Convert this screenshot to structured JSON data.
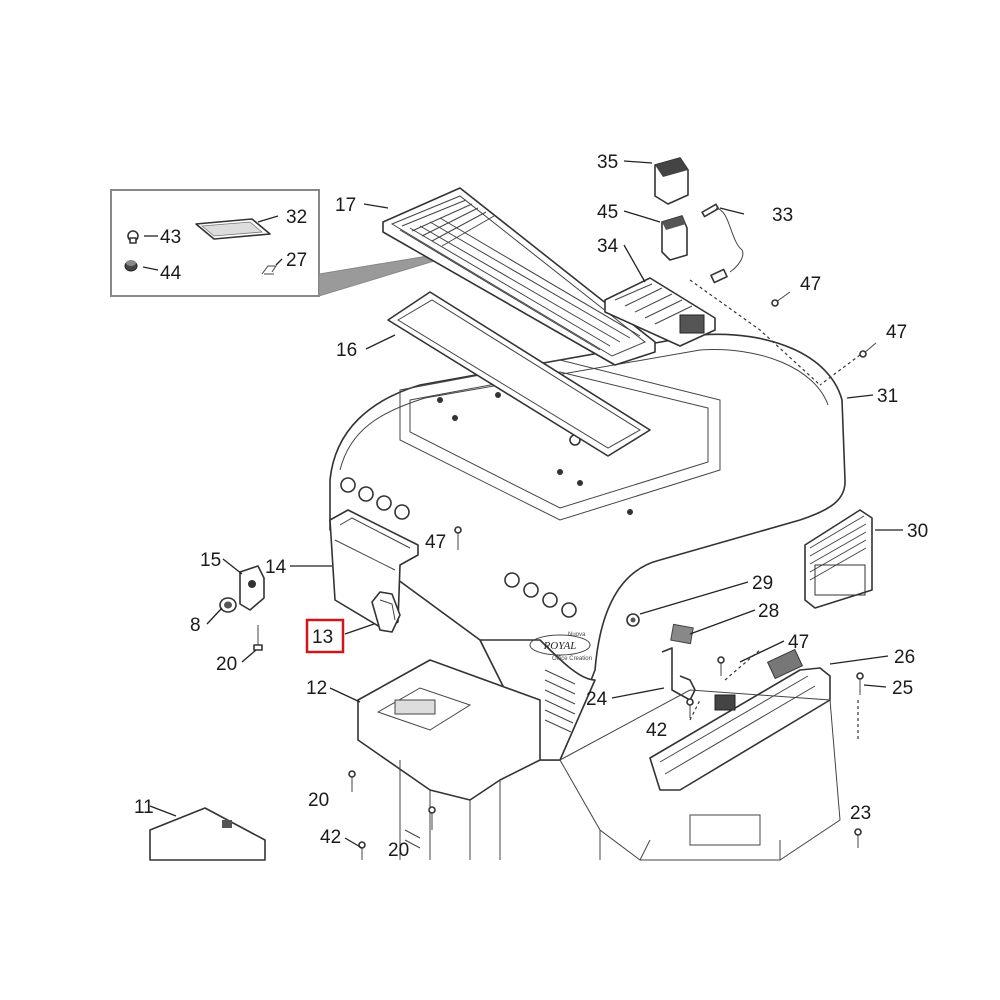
{
  "callouts": {
    "c35": "35",
    "c45": "45",
    "c33": "33",
    "c34": "34",
    "c17": "17",
    "c32": "32",
    "c43": "43",
    "c44": "44",
    "c27": "27",
    "c47a": "47",
    "c47b": "47",
    "c47c": "47",
    "c47d": "47",
    "c16": "16",
    "c31": "31",
    "c30": "30",
    "c29": "29",
    "c28": "28",
    "c15": "15",
    "c14": "14",
    "c8": "8",
    "c13": "13",
    "c20a": "20",
    "c12": "12",
    "c24": "24",
    "c26": "26",
    "c25": "25",
    "c42a": "42",
    "c20b": "20",
    "c11": "11",
    "c42b": "42",
    "c20c": "20",
    "c23": "23"
  },
  "highlighted_part": "13",
  "highlight_color": "#d0161c",
  "brand_text": {
    "logo": "ROYAL",
    "small_top": "Nuova",
    "small_bottom": "Office Creation"
  }
}
